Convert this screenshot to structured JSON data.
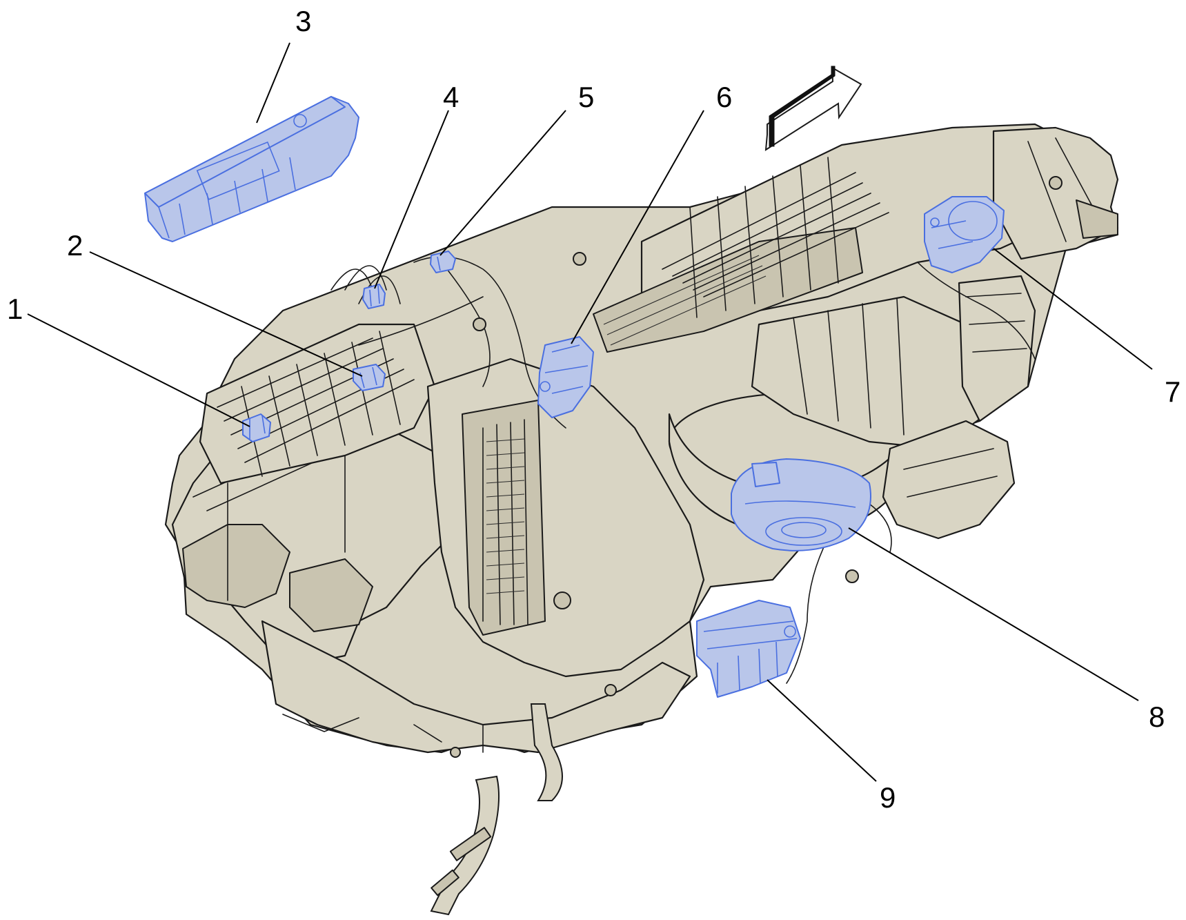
{
  "callouts": [
    {
      "id": "1",
      "label": "1"
    },
    {
      "id": "2",
      "label": "2"
    },
    {
      "id": "3",
      "label": "3"
    },
    {
      "id": "4",
      "label": "4"
    },
    {
      "id": "5",
      "label": "5"
    },
    {
      "id": "6",
      "label": "6"
    },
    {
      "id": "7",
      "label": "7"
    },
    {
      "id": "8",
      "label": "8"
    },
    {
      "id": "9",
      "label": "9"
    }
  ],
  "colors": {
    "housing": "#d9d5c4",
    "highlighted_component": "#b9c6ea",
    "highlight_outline": "#4a6fe0",
    "line": "#1a1a1a"
  },
  "icons": {
    "direction": "front-direction-arrow-icon"
  }
}
